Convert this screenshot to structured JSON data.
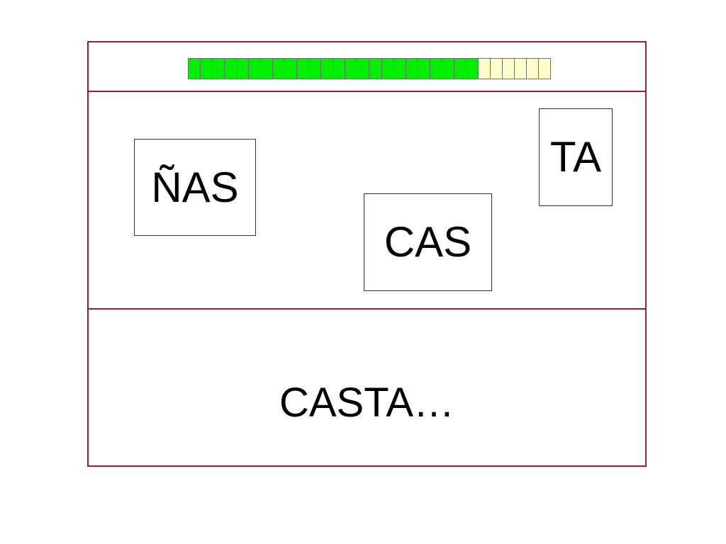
{
  "progress": {
    "filled_segments": 24,
    "total_segments": 30,
    "filled_color": "#00ee00",
    "empty_color": "#ffffcc"
  },
  "syllables": {
    "nas": "ÑAS",
    "ta": "TA",
    "cas": "CAS"
  },
  "target_word": "CASTA…",
  "colors": {
    "frame_border": "#a01c3c"
  }
}
